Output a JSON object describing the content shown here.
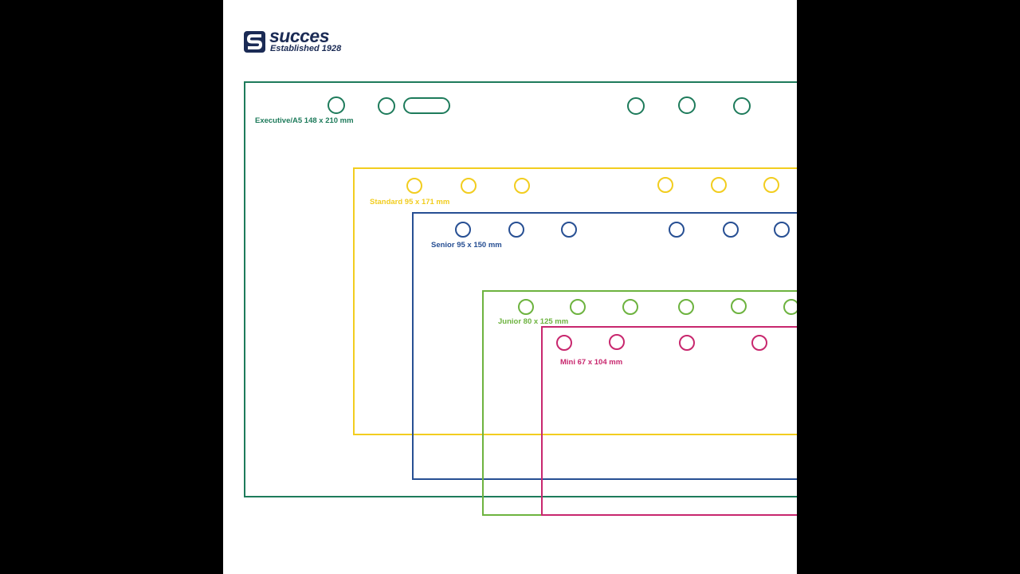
{
  "logo": {
    "brand": "succes",
    "tagline": "Established 1928",
    "color": "#1b2b55"
  },
  "sizes": [
    {
      "id": "executive",
      "label": "Executive/A5 148 x 210 mm",
      "color": "#1e7b5b"
    },
    {
      "id": "standard",
      "label": "Standard 95 x 171 mm",
      "color": "#f2cd1f"
    },
    {
      "id": "senior",
      "label": "Senior 95 x 150 mm",
      "color": "#274f93"
    },
    {
      "id": "junior",
      "label": "Junior 80 x 125 mm",
      "color": "#6db33f"
    },
    {
      "id": "mini",
      "label": "Mini 67 x 104 mm",
      "color": "#c8276e"
    }
  ]
}
